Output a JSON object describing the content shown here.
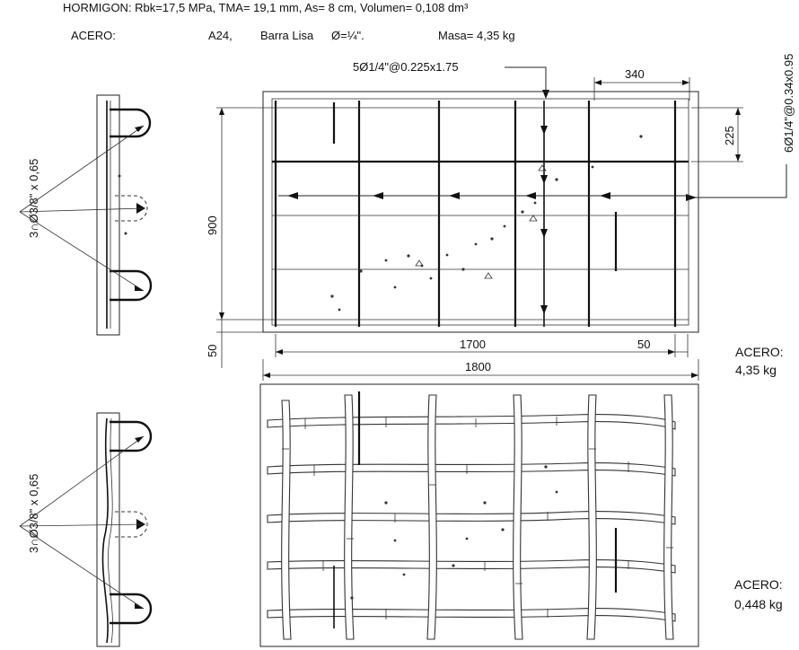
{
  "header": {
    "concrete_line": "HORMIGON: Rbk=17,5 MPa, TMA= 19,1 mm, As= 8 cm, Volumen= 0,108 dm³",
    "steel_label": "ACERO:",
    "steel_grade": "A24,",
    "steel_type": "Barra Lisa",
    "steel_diameter": "Ø=¼\".",
    "steel_mass": "Masa= 4,35 kg"
  },
  "top_plan": {
    "bar_callout_long": "5Ø1/4\"@0.225x1.75",
    "bar_callout_short": "6Ø1/4\"@0.34x0.95",
    "dim_spacing_x": "340",
    "dim_spacing_y": "225",
    "dim_height": "900",
    "dim_inner_length": "1700",
    "dim_edge": "50",
    "dim_total_length": "1800",
    "dim_edge_vertical": "50",
    "steel_label": "ACERO:",
    "steel_mass": "4,35 kg"
  },
  "top_section": {
    "hook_callout": "3∩Ø3/8\" x 0,65"
  },
  "bottom_section": {
    "hook_callout": "3∩Ø3/8\" x 0,65"
  },
  "bottom_plan": {
    "steel_label": "ACERO:",
    "steel_mass": "0,448 kg"
  }
}
